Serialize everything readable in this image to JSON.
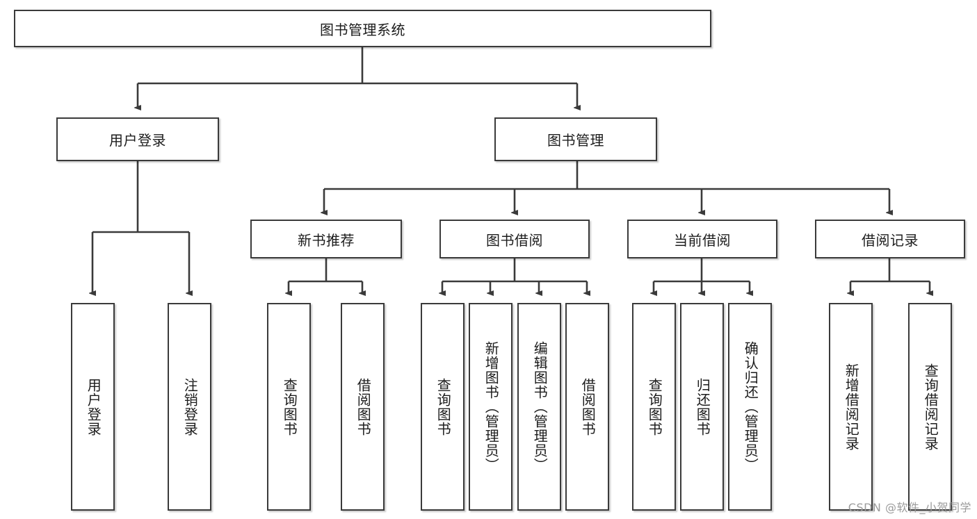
{
  "diagram": {
    "title": "图书管理系统",
    "type": "tree-hierarchy-chart",
    "root": {
      "id": "root",
      "label": "图书管理系统"
    },
    "level1": [
      {
        "id": "user-login",
        "label": "用户登录"
      },
      {
        "id": "book-manage",
        "label": "图书管理"
      }
    ],
    "level2": [
      {
        "id": "new-book-rec",
        "label": "新书推荐"
      },
      {
        "id": "book-borrow",
        "label": "图书借阅"
      },
      {
        "id": "current-borrow",
        "label": "当前借阅"
      },
      {
        "id": "borrow-record",
        "label": "借阅记录"
      }
    ],
    "leaves": {
      "user_login": [
        {
          "id": "leaf-user-login",
          "label": "用户登录"
        },
        {
          "id": "leaf-user-logout",
          "label": "注销登录"
        }
      ],
      "new_book_rec": [
        {
          "id": "leaf-query-book-1",
          "label": "查询图书"
        },
        {
          "id": "leaf-borrow-book-1",
          "label": "借阅图书"
        }
      ],
      "book_borrow": [
        {
          "id": "leaf-query-book-2",
          "label": "查询图书"
        },
        {
          "id": "leaf-add-book",
          "label": "新增图书（管理员）"
        },
        {
          "id": "leaf-edit-book",
          "label": "编辑图书（管理员）"
        },
        {
          "id": "leaf-borrow-book-2",
          "label": "借阅图书"
        }
      ],
      "current_borrow": [
        {
          "id": "leaf-query-book-3",
          "label": "查询图书"
        },
        {
          "id": "leaf-return-book",
          "label": "归还图书"
        },
        {
          "id": "leaf-confirm-return",
          "label": "确认归还（管理员）"
        }
      ],
      "borrow_record": [
        {
          "id": "leaf-add-record",
          "label": "新增借阅记录"
        },
        {
          "id": "leaf-query-record",
          "label": "查询借阅记录"
        }
      ]
    }
  },
  "watermark": {
    "text": "CSDN @软件_小贺同学"
  },
  "colors": {
    "stroke": "#3a3a3a",
    "text": "#1c1c1c",
    "background": "#ffffff",
    "watermark": "#9b9b9b"
  }
}
